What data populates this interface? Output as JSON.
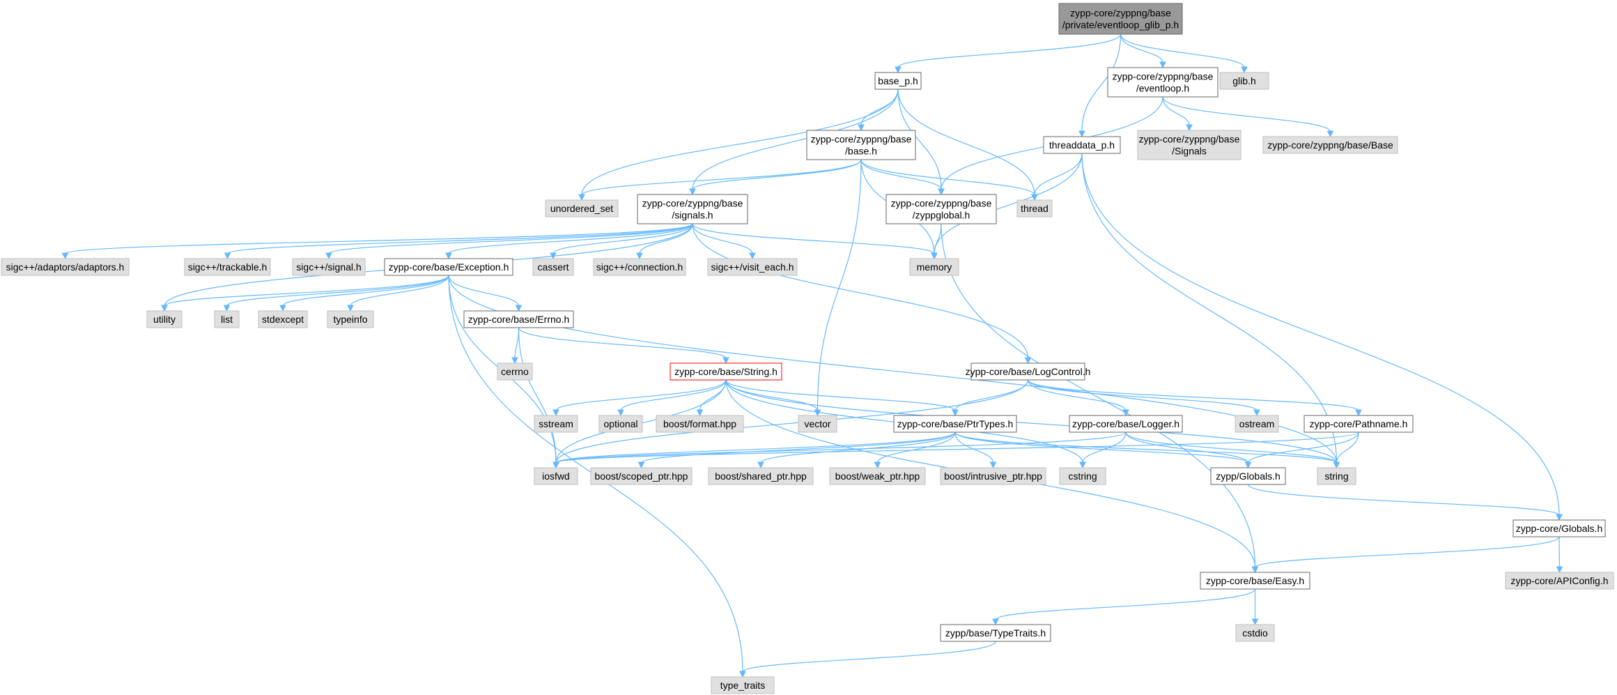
{
  "colors": {
    "root_fill": "#999999",
    "internal_fill": "#ffffff",
    "external_fill": "#e0e0e0",
    "border": "#666666",
    "highlight_border": "#ff0000",
    "edge": "#63b8ff"
  },
  "nodes": [
    {
      "id": "root",
      "lines": [
        "zypp-core/zyppng/base",
        "/private/eventloop_glib_p.h"
      ],
      "kind": "root"
    },
    {
      "id": "base_p",
      "lines": [
        "base_p.h"
      ],
      "kind": "internal"
    },
    {
      "id": "eventloop",
      "lines": [
        "zypp-core/zyppng/base",
        "/eventloop.h"
      ],
      "kind": "internal"
    },
    {
      "id": "glib",
      "lines": [
        "glib.h"
      ],
      "kind": "external"
    },
    {
      "id": "threaddata_p",
      "lines": [
        "threaddata_p.h"
      ],
      "kind": "internal"
    },
    {
      "id": "signals_ext",
      "lines": [
        "zypp-core/zyppng/base",
        "/Signals"
      ],
      "kind": "external"
    },
    {
      "id": "base_ext",
      "lines": [
        "zypp-core/zyppng/base/Base"
      ],
      "kind": "external"
    },
    {
      "id": "base_h",
      "lines": [
        "zypp-core/zyppng/base",
        "/base.h"
      ],
      "kind": "internal"
    },
    {
      "id": "unordered_set",
      "lines": [
        "unordered_set"
      ],
      "kind": "external"
    },
    {
      "id": "signals_h",
      "lines": [
        "zypp-core/zyppng/base",
        "/signals.h"
      ],
      "kind": "internal"
    },
    {
      "id": "zyppglobal",
      "lines": [
        "zypp-core/zyppng/base",
        "/zyppglobal.h"
      ],
      "kind": "internal"
    },
    {
      "id": "thread",
      "lines": [
        "thread"
      ],
      "kind": "external"
    },
    {
      "id": "adaptors",
      "lines": [
        "sigc++/adaptors/adaptors.h"
      ],
      "kind": "external"
    },
    {
      "id": "trackable",
      "lines": [
        "sigc++/trackable.h"
      ],
      "kind": "external"
    },
    {
      "id": "signal_h",
      "lines": [
        "sigc++/signal.h"
      ],
      "kind": "external"
    },
    {
      "id": "exception",
      "lines": [
        "zypp-core/base/Exception.h"
      ],
      "kind": "internal"
    },
    {
      "id": "cassert",
      "lines": [
        "cassert"
      ],
      "kind": "external"
    },
    {
      "id": "connection",
      "lines": [
        "sigc++/connection.h"
      ],
      "kind": "external"
    },
    {
      "id": "visit_each",
      "lines": [
        "sigc++/visit_each.h"
      ],
      "kind": "external"
    },
    {
      "id": "memory",
      "lines": [
        "memory"
      ],
      "kind": "external"
    },
    {
      "id": "utility",
      "lines": [
        "utility"
      ],
      "kind": "external"
    },
    {
      "id": "list",
      "lines": [
        "list"
      ],
      "kind": "external"
    },
    {
      "id": "stdexcept",
      "lines": [
        "stdexcept"
      ],
      "kind": "external"
    },
    {
      "id": "typeinfo",
      "lines": [
        "typeinfo"
      ],
      "kind": "external"
    },
    {
      "id": "errno",
      "lines": [
        "zypp-core/base/Errno.h"
      ],
      "kind": "internal"
    },
    {
      "id": "cerrno",
      "lines": [
        "cerrno"
      ],
      "kind": "external"
    },
    {
      "id": "string_h",
      "lines": [
        "zypp-core/base/String.h"
      ],
      "kind": "highlight"
    },
    {
      "id": "logcontrol",
      "lines": [
        "zypp-core/base/LogControl.h"
      ],
      "kind": "internal"
    },
    {
      "id": "sstream",
      "lines": [
        "sstream"
      ],
      "kind": "external"
    },
    {
      "id": "optional",
      "lines": [
        "optional"
      ],
      "kind": "external"
    },
    {
      "id": "boost_format",
      "lines": [
        "boost/format.hpp"
      ],
      "kind": "external"
    },
    {
      "id": "vector",
      "lines": [
        "vector"
      ],
      "kind": "external"
    },
    {
      "id": "ptrtypes",
      "lines": [
        "zypp-core/base/PtrTypes.h"
      ],
      "kind": "internal"
    },
    {
      "id": "logger",
      "lines": [
        "zypp-core/base/Logger.h"
      ],
      "kind": "internal"
    },
    {
      "id": "ostream",
      "lines": [
        "ostream"
      ],
      "kind": "external"
    },
    {
      "id": "pathname",
      "lines": [
        "zypp-core/Pathname.h"
      ],
      "kind": "internal"
    },
    {
      "id": "iosfwd",
      "lines": [
        "iosfwd"
      ],
      "kind": "external"
    },
    {
      "id": "scoped_ptr",
      "lines": [
        "boost/scoped_ptr.hpp"
      ],
      "kind": "external"
    },
    {
      "id": "shared_ptr",
      "lines": [
        "boost/shared_ptr.hpp"
      ],
      "kind": "external"
    },
    {
      "id": "weak_ptr",
      "lines": [
        "boost/weak_ptr.hpp"
      ],
      "kind": "external"
    },
    {
      "id": "intrusive_ptr",
      "lines": [
        "boost/intrusive_ptr.hpp"
      ],
      "kind": "external"
    },
    {
      "id": "cstring",
      "lines": [
        "cstring"
      ],
      "kind": "external"
    },
    {
      "id": "zypp_globals",
      "lines": [
        "zypp/Globals.h"
      ],
      "kind": "internal"
    },
    {
      "id": "string",
      "lines": [
        "string"
      ],
      "kind": "external"
    },
    {
      "id": "core_globals",
      "lines": [
        "zypp-core/Globals.h"
      ],
      "kind": "internal"
    },
    {
      "id": "apiconfig",
      "lines": [
        "zypp-core/APIConfig.h"
      ],
      "kind": "external"
    },
    {
      "id": "easy",
      "lines": [
        "zypp-core/base/Easy.h"
      ],
      "kind": "internal"
    },
    {
      "id": "cstdio",
      "lines": [
        "cstdio"
      ],
      "kind": "external"
    },
    {
      "id": "typetraits",
      "lines": [
        "zypp/base/TypeTraits.h"
      ],
      "kind": "internal"
    },
    {
      "id": "type_traits",
      "lines": [
        "type_traits"
      ],
      "kind": "external"
    }
  ],
  "edges": [
    [
      "root",
      "base_p"
    ],
    [
      "root",
      "eventloop"
    ],
    [
      "root",
      "glib"
    ],
    [
      "root",
      "threaddata_p"
    ],
    [
      "base_p",
      "base_h"
    ],
    [
      "base_p",
      "unordered_set"
    ],
    [
      "base_p",
      "signals_h"
    ],
    [
      "base_p",
      "zyppglobal"
    ],
    [
      "base_p",
      "thread"
    ],
    [
      "eventloop",
      "zyppglobal"
    ],
    [
      "eventloop",
      "signals_ext"
    ],
    [
      "eventloop",
      "base_ext"
    ],
    [
      "threaddata_p",
      "thread"
    ],
    [
      "threaddata_p",
      "memory"
    ],
    [
      "threaddata_p",
      "string"
    ],
    [
      "threaddata_p",
      "core_globals"
    ],
    [
      "base_h",
      "unordered_set"
    ],
    [
      "base_h",
      "signals_h"
    ],
    [
      "base_h",
      "zyppglobal"
    ],
    [
      "base_h",
      "thread"
    ],
    [
      "base_h",
      "memory"
    ],
    [
      "base_h",
      "vector"
    ],
    [
      "signals_h",
      "adaptors"
    ],
    [
      "signals_h",
      "trackable"
    ],
    [
      "signals_h",
      "signal_h"
    ],
    [
      "signals_h",
      "exception"
    ],
    [
      "signals_h",
      "cassert"
    ],
    [
      "signals_h",
      "connection"
    ],
    [
      "signals_h",
      "visit_each"
    ],
    [
      "signals_h",
      "memory"
    ],
    [
      "signals_h",
      "utility"
    ],
    [
      "signals_h",
      "logcontrol"
    ],
    [
      "zyppglobal",
      "memory"
    ],
    [
      "zyppglobal",
      "easy"
    ],
    [
      "exception",
      "utility"
    ],
    [
      "exception",
      "list"
    ],
    [
      "exception",
      "stdexcept"
    ],
    [
      "exception",
      "typeinfo"
    ],
    [
      "exception",
      "errno"
    ],
    [
      "exception",
      "iosfwd"
    ],
    [
      "exception",
      "string"
    ],
    [
      "exception",
      "type_traits"
    ],
    [
      "errno",
      "cerrno"
    ],
    [
      "errno",
      "iosfwd"
    ],
    [
      "errno",
      "string_h"
    ],
    [
      "string_h",
      "iosfwd"
    ],
    [
      "string_h",
      "sstream"
    ],
    [
      "string_h",
      "optional"
    ],
    [
      "string_h",
      "boost_format"
    ],
    [
      "string_h",
      "vector"
    ],
    [
      "string_h",
      "ptrtypes"
    ],
    [
      "string_h",
      "cstring"
    ],
    [
      "string_h",
      "string"
    ],
    [
      "string_h",
      "easy"
    ],
    [
      "logcontrol",
      "iosfwd"
    ],
    [
      "logcontrol",
      "ptrtypes"
    ],
    [
      "logcontrol",
      "logger"
    ],
    [
      "logcontrol",
      "ostream"
    ],
    [
      "logcontrol",
      "pathname"
    ],
    [
      "ptrtypes",
      "iosfwd"
    ],
    [
      "ptrtypes",
      "scoped_ptr"
    ],
    [
      "ptrtypes",
      "shared_ptr"
    ],
    [
      "ptrtypes",
      "weak_ptr"
    ],
    [
      "ptrtypes",
      "intrusive_ptr"
    ],
    [
      "ptrtypes",
      "string"
    ],
    [
      "ptrtypes",
      "zypp_globals"
    ],
    [
      "logger",
      "iosfwd"
    ],
    [
      "logger",
      "cstring"
    ],
    [
      "logger",
      "zypp_globals"
    ],
    [
      "logger",
      "string"
    ],
    [
      "pathname",
      "iosfwd"
    ],
    [
      "pathname",
      "zypp_globals"
    ],
    [
      "pathname",
      "string"
    ],
    [
      "zypp_globals",
      "core_globals"
    ],
    [
      "core_globals",
      "apiconfig"
    ],
    [
      "core_globals",
      "easy"
    ],
    [
      "easy",
      "cstdio"
    ],
    [
      "easy",
      "typetraits"
    ],
    [
      "typetraits",
      "type_traits"
    ]
  ]
}
